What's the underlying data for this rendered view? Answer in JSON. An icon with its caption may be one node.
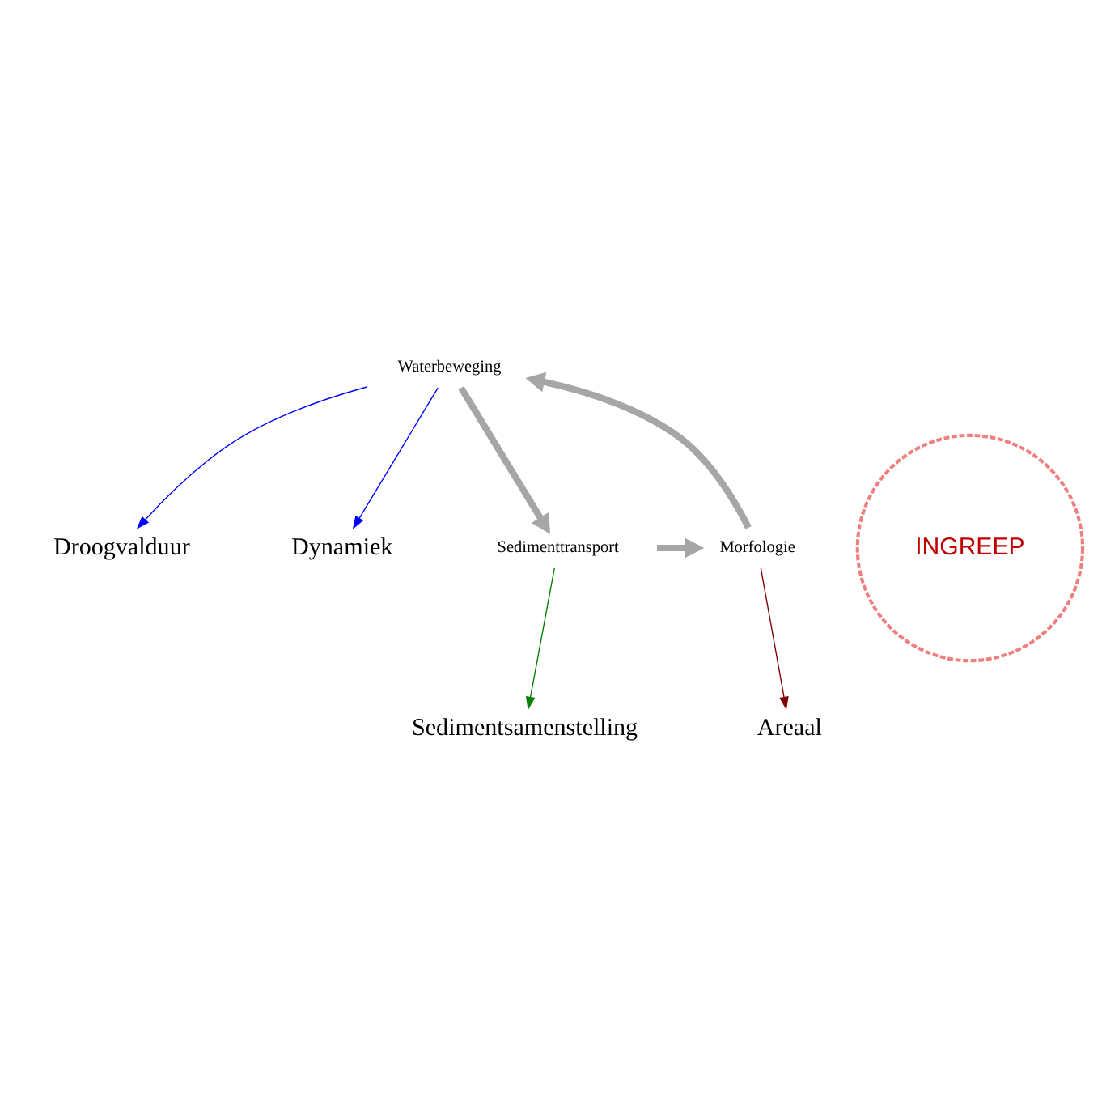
{
  "diagram": {
    "nodes": [
      {
        "text": [
          "Droogvalduur"
        ]
      },
      {
        "text": [
          "Dynamiek"
        ]
      },
      {
        "text": [
          "Waterbeweging"
        ]
      },
      {
        "text": [
          "Sedimenttransport"
        ]
      },
      {
        "text": [
          "Sedimentsamenstelling"
        ]
      },
      {
        "text": [
          "INGREEP"
        ]
      },
      {
        "text": [
          "Morfologie"
        ]
      },
      {
        "text": [
          "Areaal"
        ]
      }
    ],
    "edges": [
      {
        "from": 2,
        "to": 0,
        "arrow": "to",
        "color": "#0000ff"
      },
      {
        "from": 2,
        "to": 1,
        "arrow": "to",
        "color": "#0000ff"
      },
      {
        "from": 2,
        "to": 3,
        "arrow": "to",
        "style": "thick",
        "color": "#a6a6a6"
      },
      {
        "from": 3,
        "to": 6,
        "arrow": "to",
        "style": "thick",
        "color": "#a6a6a6"
      },
      {
        "from": 6,
        "to": 2,
        "arrow": "to",
        "style": "thick",
        "color": "#a6a6a6"
      },
      {
        "from": 3,
        "to": 4,
        "arrow": "to",
        "color": "#008000"
      },
      {
        "from": 6,
        "to": 7,
        "arrow": "to",
        "color": "#800000"
      }
    ]
  }
}
